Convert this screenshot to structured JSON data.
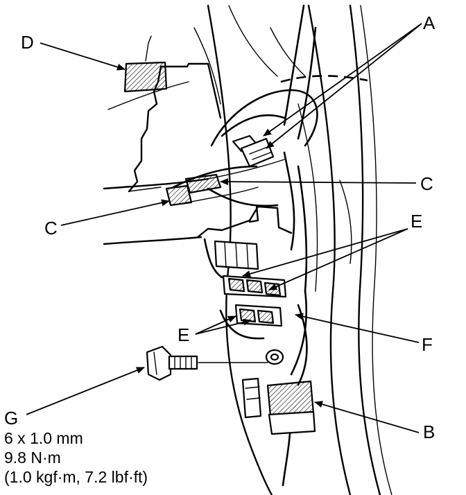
{
  "callouts": {
    "A": "A",
    "B": "B",
    "C_right": "C",
    "C_left": "C",
    "D": "D",
    "E_right": "E",
    "E_left": "E",
    "F": "F",
    "G": "G"
  },
  "bolt_spec": {
    "size": "6 x 1.0 mm",
    "torque_nm": "9.8 N·m",
    "torque_alt": "(1.0 kgf·m, 7.2 lbf·ft)"
  }
}
